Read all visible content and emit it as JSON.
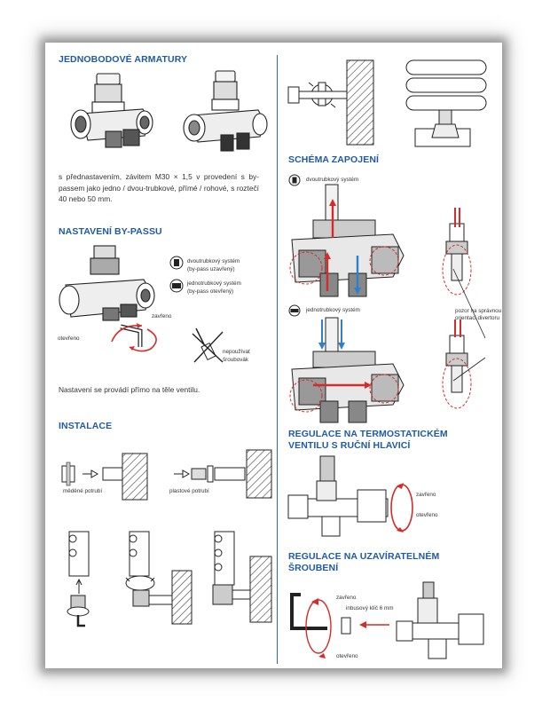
{
  "left": {
    "section1": {
      "heading": "JEDNOBODOVÉ ARMATURY",
      "text": "s přednastavením, závitem M30 × 1,5 v provedení s by-passem jako jedno / dvou-trubkové, přímé / rohové, s roztečí 40 nebo 50 mm."
    },
    "section2": {
      "heading": "NASTAVENÍ BY-PASSU",
      "legend_two_pipe": "dvoutrubkový systém",
      "legend_two_pipe_note": "(by-pass uzavřený)",
      "legend_one_pipe": "jednotrubkový systém",
      "legend_one_pipe_note": "(by-pass otevřený)",
      "label_closed": "zavřeno",
      "label_open": "otevřeno",
      "warning_line1": "nepoužívat",
      "warning_line2": "šroubovák",
      "text": "Nastavení se provádí přímo na těle ventilu."
    },
    "section3": {
      "heading": "INSTALACE",
      "label_copper": "měděné potrubí",
      "label_plastic": "plastové potrubí"
    }
  },
  "right": {
    "section4": {
      "heading": "SCHÉMA ZAPOJENÍ",
      "label_two_pipe": "dvoutrubkový systém",
      "label_one_pipe": "jednotrubkový systém",
      "note_line1": "pozor na správnou",
      "note_line2": "orientaci divertoru"
    },
    "section5": {
      "heading_line1": "REGULACE NA TERMOSTATICKÉM",
      "heading_line2": "VENTILU S RUČNÍ HLAVICÍ",
      "label_closed": "zavřeno",
      "label_open": "otevřeno"
    },
    "section6": {
      "heading_line1": "REGULACE NA UZAVÍRATELNÉM",
      "heading_line2": "ŠROUBENÍ",
      "label_closed": "zavřeno",
      "label_key": "inbusový klíč 6 mm",
      "label_open": "otevřeno"
    }
  },
  "colors": {
    "heading": "#1e5aa8",
    "arrow_red": "#d42b2b",
    "flow_blue": "#2f7fd0"
  }
}
